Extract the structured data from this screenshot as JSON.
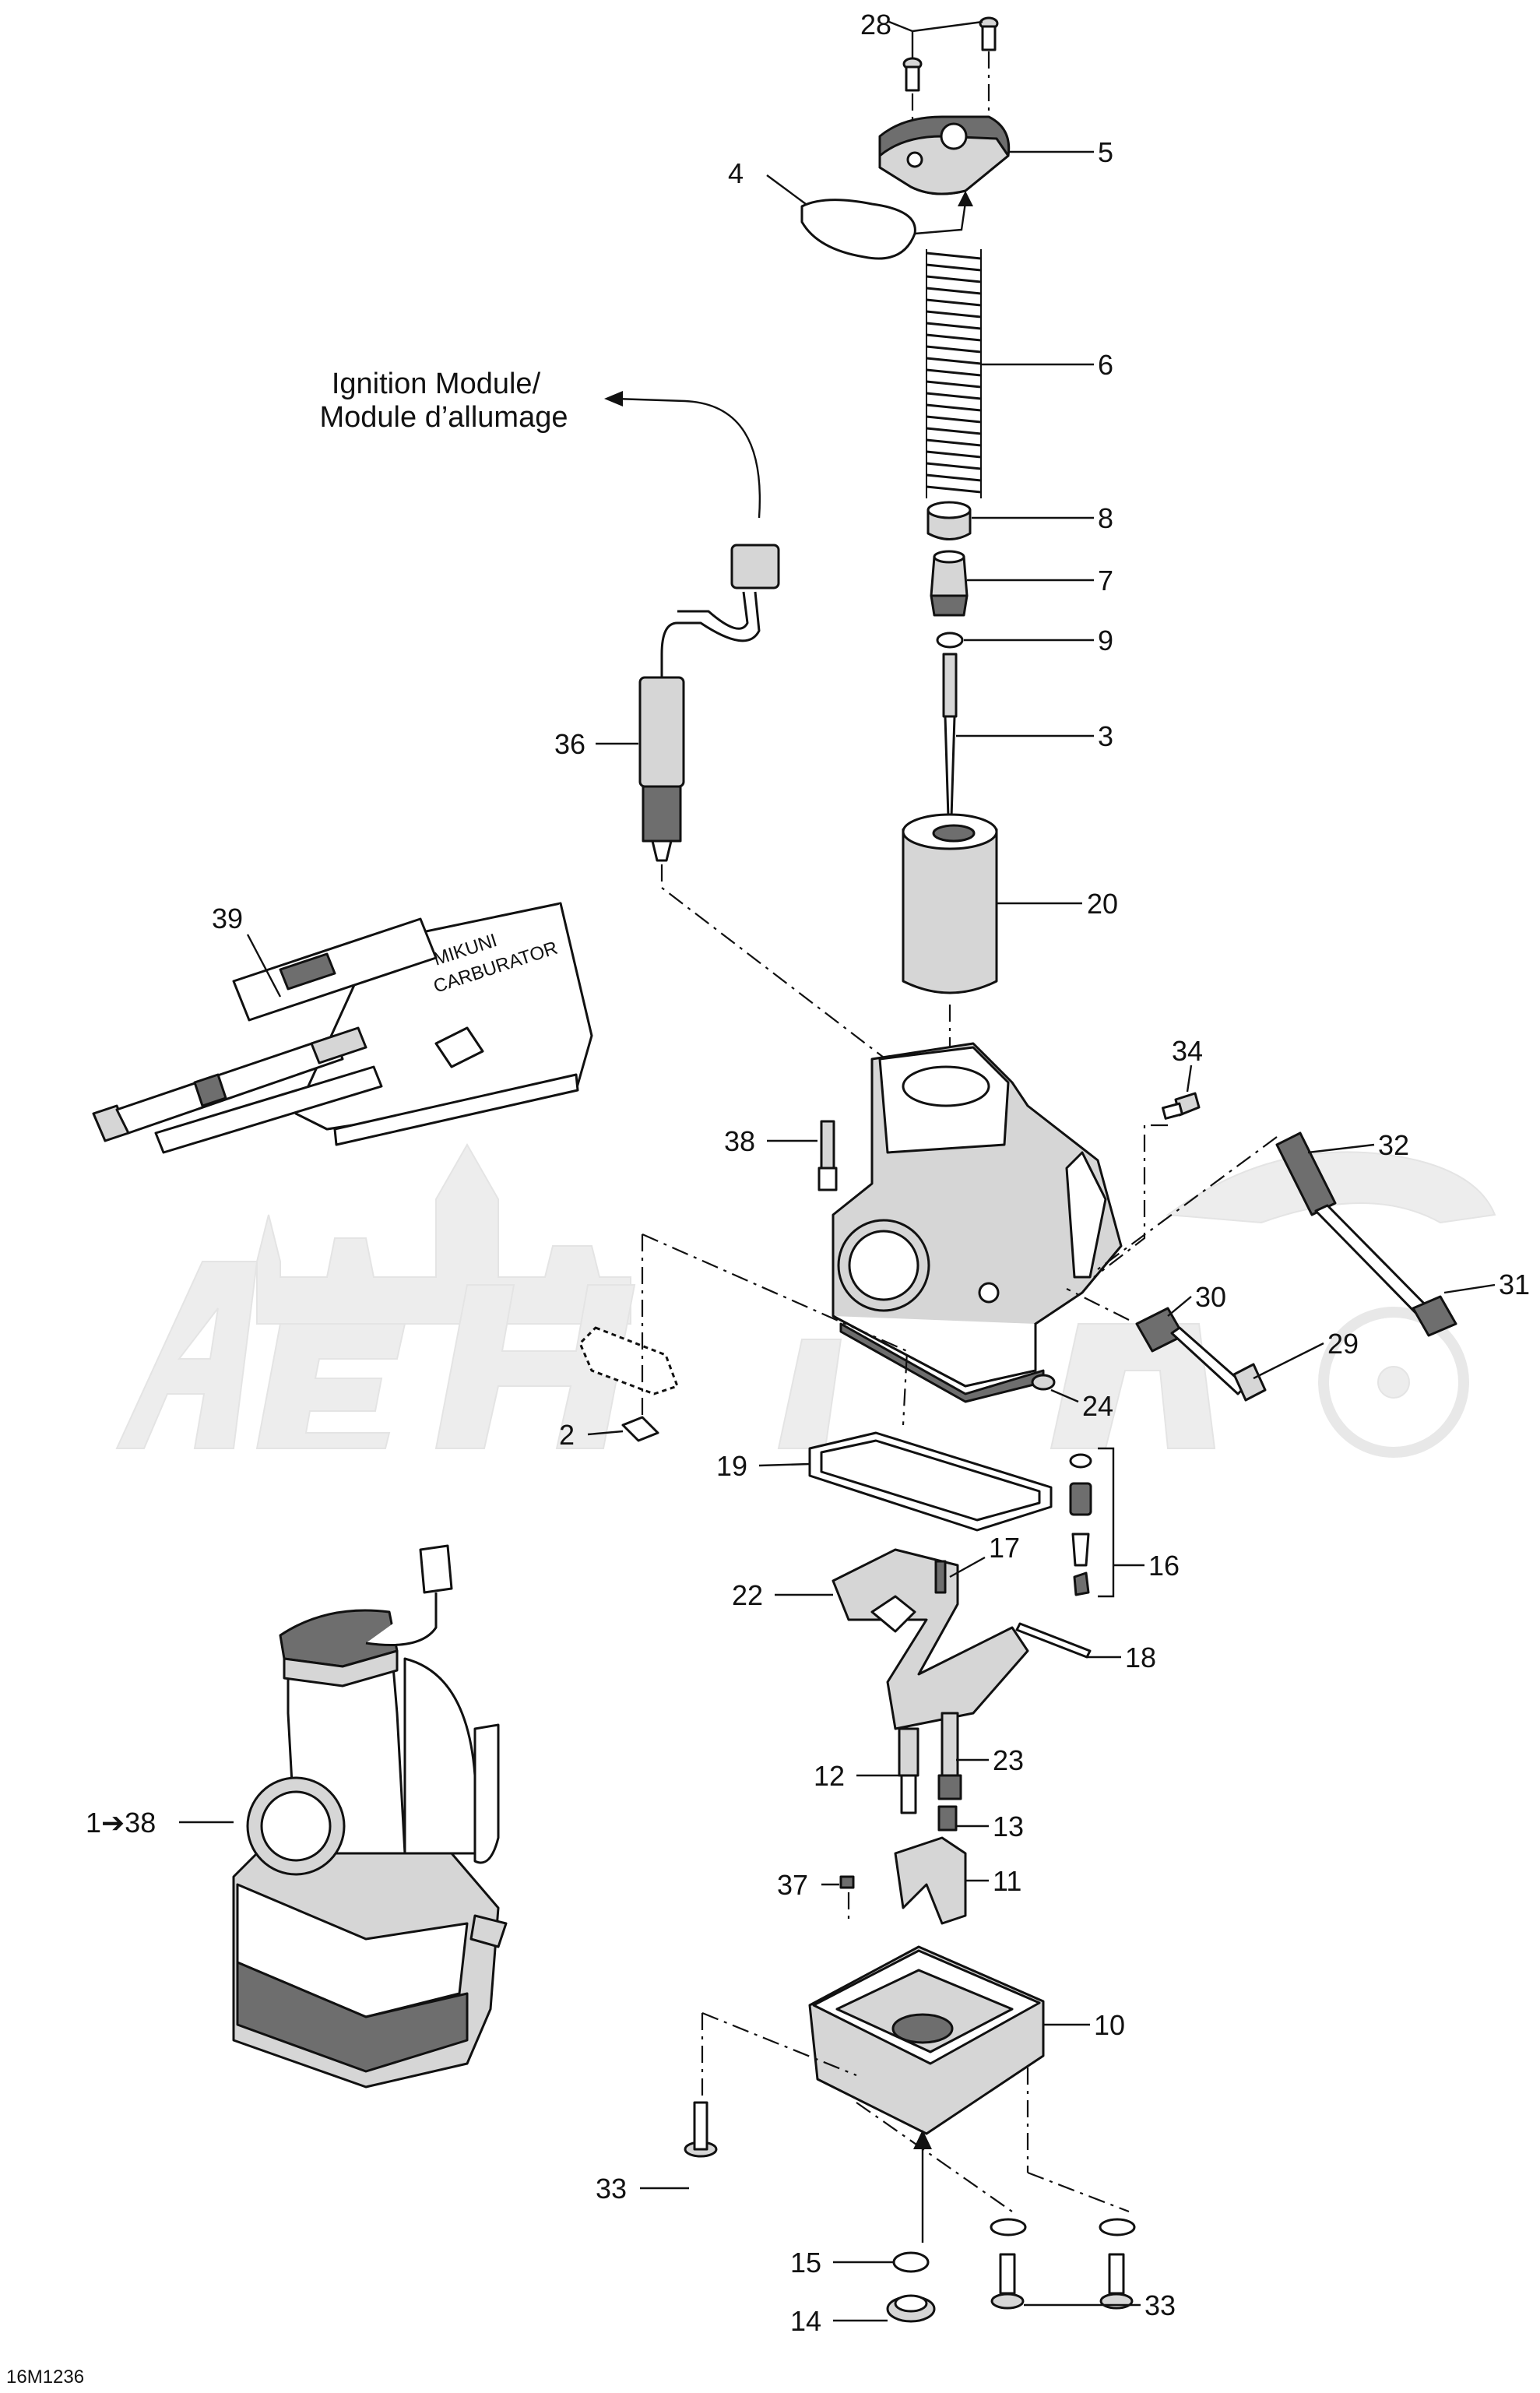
{
  "diagram": {
    "note_lines": [
      "Ignition Module/",
      "Module d’allumage"
    ],
    "figure_code": "16M1236",
    "labels": [
      "28",
      "5",
      "4",
      "6",
      "8",
      "7",
      "9",
      "3",
      "20",
      "36",
      "39",
      "34",
      "38",
      "32",
      "31",
      "30",
      "29",
      "2",
      "24",
      "19",
      "16",
      "17",
      "22",
      "18",
      "23",
      "12",
      "13",
      "11",
      "37",
      "10",
      "33",
      "15",
      "14",
      "33",
      "1➔38"
    ]
  }
}
